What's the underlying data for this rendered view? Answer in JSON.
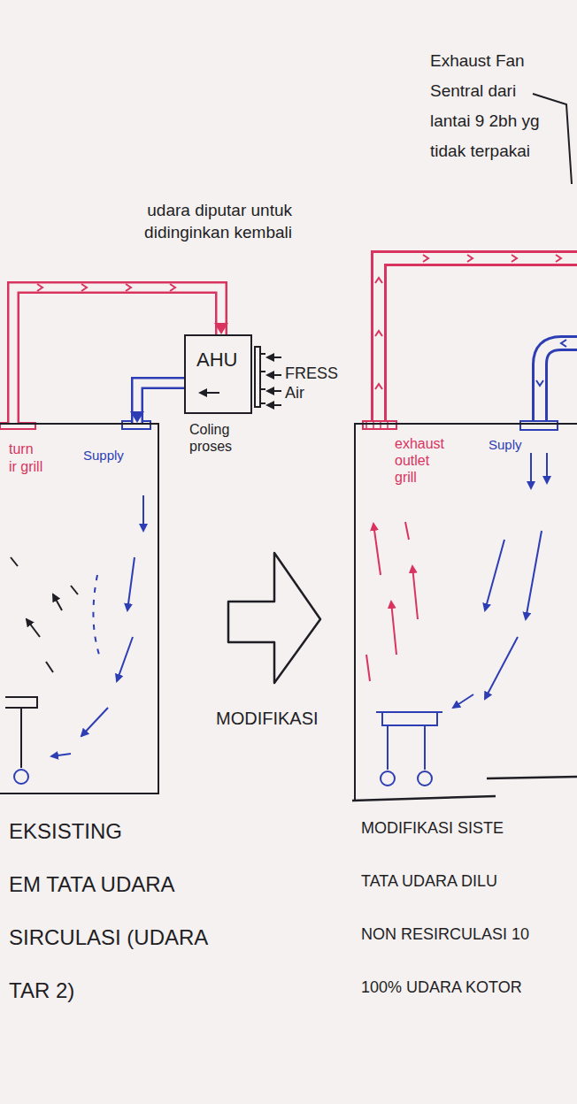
{
  "diagram": {
    "nodes": [
      {
        "text": [
          "turn",
          "ir grill",
          "Supply"
        ]
      },
      {
        "text": [
          "AHU"
        ]
      },
      {
        "text": [
          "exhaust outlet grill",
          "Suply"
        ]
      }
    ],
    "edges": [
      {
        "from": 1,
        "to": 0,
        "arrow": "to"
      },
      {
        "from": 0,
        "to": 1,
        "arrow": "to",
        "label": "udara diputar untuk didinginkan kembali"
      }
    ],
    "labels": [
      "FRESS Air",
      "Coling proses",
      "MODIFIKASI",
      "Exhaust Fan Sentral dari lantai 9 2bh yg tidak terpakai",
      "EKSISTING",
      "EM TATA UDARA",
      "SIRCULASI (UDARA",
      "TAR 2)",
      "MODIFIKASI SISTE",
      "TATA UDARA DILU",
      "NON RESIRCULASI 10",
      "100% UDARA KOTOR"
    ]
  }
}
